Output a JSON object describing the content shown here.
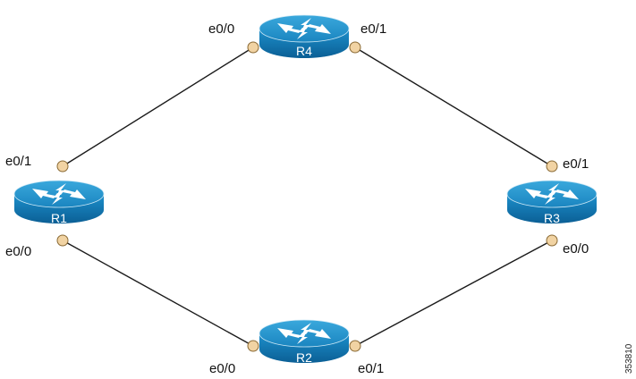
{
  "routers": {
    "r4": {
      "label": "R4",
      "port_left": "e0/0",
      "port_right": "e0/1"
    },
    "r1": {
      "label": "R1",
      "port_top": "e0/1",
      "port_bottom": "e0/0"
    },
    "r3": {
      "label": "R3",
      "port_top": "e0/1",
      "port_bottom": "e0/0"
    },
    "r2": {
      "label": "R2",
      "port_left": "e0/0",
      "port_right": "e0/1"
    }
  },
  "figure_id": "353810",
  "colors": {
    "router_fill": "#1a8ac4",
    "router_dark": "#0d6ea6",
    "port_fill": "#f1d3a3",
    "link": "#1a1a1a"
  }
}
